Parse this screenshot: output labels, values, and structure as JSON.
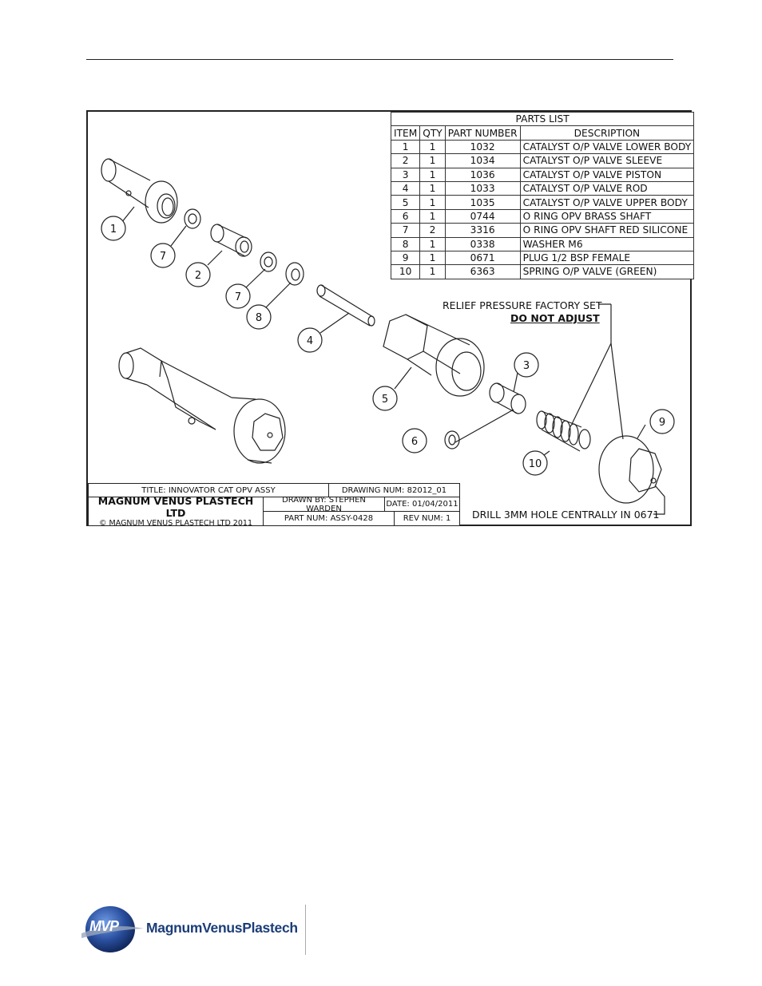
{
  "parts_list": {
    "title": "PARTS LIST",
    "columns": [
      "ITEM",
      "QTY",
      "PART NUMBER",
      "DESCRIPTION"
    ],
    "rows": [
      [
        "1",
        "1",
        "1032",
        "CATALYST O/P VALVE LOWER BODY"
      ],
      [
        "2",
        "1",
        "1034",
        "CATALYST O/P VALVE SLEEVE"
      ],
      [
        "3",
        "1",
        "1036",
        "CATALYST O/P VALVE PISTON"
      ],
      [
        "4",
        "1",
        "1033",
        "CATALYST O/P VALVE ROD"
      ],
      [
        "5",
        "1",
        "1035",
        "CATALYST O/P VALVE UPPER BODY"
      ],
      [
        "6",
        "1",
        "0744",
        "O RING OPV BRASS SHAFT"
      ],
      [
        "7",
        "2",
        "3316",
        "O RING OPV SHAFT RED SILICONE"
      ],
      [
        "8",
        "1",
        "0338",
        "WASHER M6"
      ],
      [
        "9",
        "1",
        "0671",
        "PLUG 1/2 BSP FEMALE"
      ],
      [
        "10",
        "1",
        "6363",
        "SPRING O/P VALVE (GREEN)"
      ]
    ]
  },
  "balloons": [
    "1",
    "7",
    "2",
    "7",
    "8",
    "4",
    "5",
    "3",
    "6",
    "10",
    "9"
  ],
  "notes": {
    "relief": "RELIEF PRESSURE FACTORY SET",
    "do_not_adjust": "DO NOT ADJUST",
    "drill": "DRILL 3MM HOLE CENTRALLY IN 0671"
  },
  "title_block": {
    "title": "TITLE: INNOVATOR CAT OPV ASSY",
    "drawing_num": "DRAWING NUM: 82012_01",
    "company": "MAGNUM VENUS PLASTECH LTD",
    "copyright": "© MAGNUM VENUS PLASTECH LTD 2011",
    "drawn_by": "DRAWN BY: STEPHEN WARDEN",
    "date": "DATE: 01/04/2011",
    "part_num": "PART NUM: ASSY-0428",
    "rev_num": "REV NUM: 1"
  },
  "logo": {
    "badge": "MVP",
    "wordmark": "MagnumVenusPlastech",
    "colors": {
      "badge": "#2a4f9e",
      "wordmark": "#1c3d78"
    }
  }
}
